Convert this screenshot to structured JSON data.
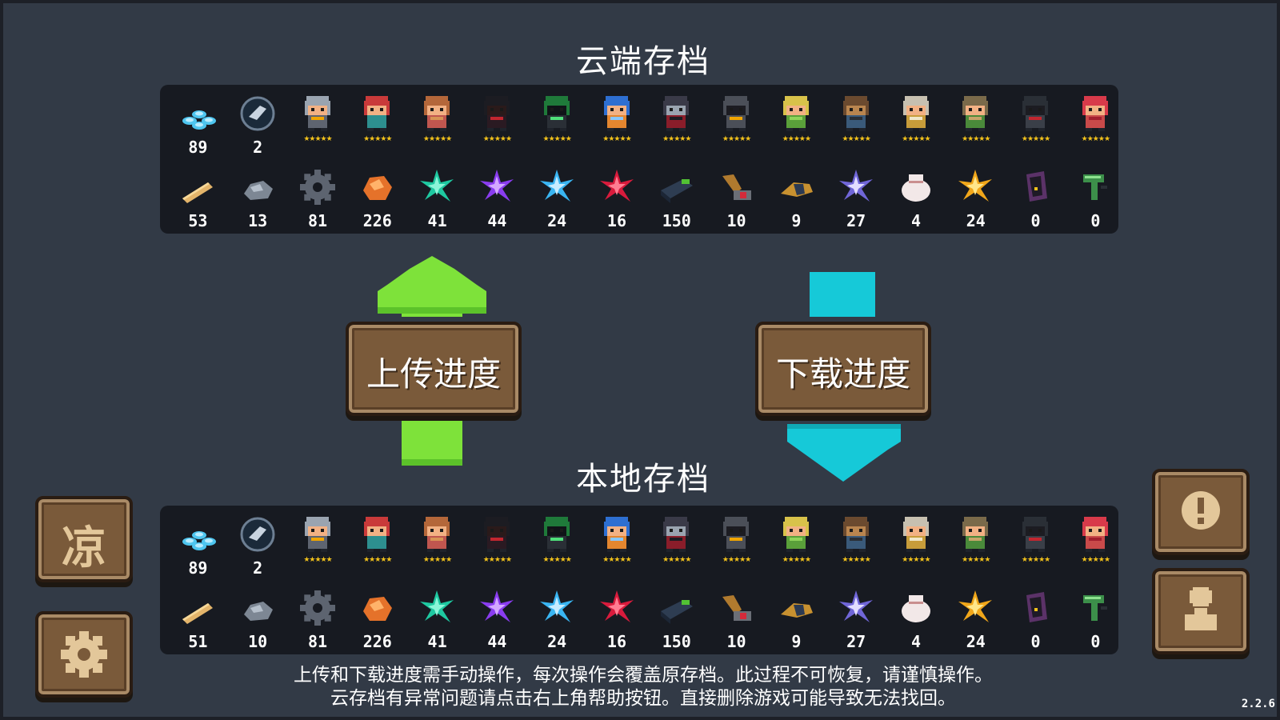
{
  "titles": {
    "cloud": "云端存档",
    "local": "本地存档"
  },
  "buttons": {
    "upload": "上传进度",
    "download": "下载进度"
  },
  "notice": {
    "line1": "上传和下载进度需手动操作，每次操作会覆盖原存档。此过程不可恢复，请谨慎操作。",
    "line2": "云存档有异常问题请点击右上角帮助按钮。直接删除游戏可能导致无法找回。"
  },
  "version": "2.2.6",
  "side_buttons": {
    "liang_label": "凉",
    "help_label": "!"
  },
  "characters": [
    {
      "name": "knight"
    },
    {
      "name": "rogue"
    },
    {
      "name": "wizard"
    },
    {
      "name": "assassin"
    },
    {
      "name": "alchemist"
    },
    {
      "name": "engineer"
    },
    {
      "name": "vampire"
    },
    {
      "name": "paladin"
    },
    {
      "name": "elf"
    },
    {
      "name": "werewolf"
    },
    {
      "name": "priestess"
    },
    {
      "name": "druid"
    },
    {
      "name": "robot"
    },
    {
      "name": "berserker"
    }
  ],
  "cloud": {
    "currencies": [
      {
        "icon": "gems-icon",
        "value": "89"
      },
      {
        "icon": "fish-coin-icon",
        "value": "2"
      }
    ],
    "materials": [
      {
        "icon": "wood-plank-icon",
        "value": "53"
      },
      {
        "icon": "stone-ore-icon",
        "value": "13"
      },
      {
        "icon": "gear-part-icon",
        "value": "81"
      },
      {
        "icon": "copper-ore-icon",
        "value": "226"
      },
      {
        "icon": "green-crystal-icon",
        "value": "41"
      },
      {
        "icon": "purple-crystal-icon",
        "value": "44"
      },
      {
        "icon": "blue-crystal-icon",
        "value": "24"
      },
      {
        "icon": "red-crystal-icon",
        "value": "16"
      },
      {
        "icon": "battery-icon",
        "value": "150"
      },
      {
        "icon": "cannon-part-icon",
        "value": "10"
      },
      {
        "icon": "horn-icon",
        "value": "9"
      },
      {
        "icon": "violet-shard-icon",
        "value": "27"
      },
      {
        "icon": "flour-sack-icon",
        "value": "4"
      },
      {
        "icon": "fire-crystal-icon",
        "value": "24"
      },
      {
        "icon": "card-icon",
        "value": "0"
      },
      {
        "icon": "green-device-icon",
        "value": "0"
      }
    ]
  },
  "local": {
    "currencies": [
      {
        "icon": "gems-icon",
        "value": "89"
      },
      {
        "icon": "fish-coin-icon",
        "value": "2"
      }
    ],
    "materials": [
      {
        "icon": "wood-plank-icon",
        "value": "51"
      },
      {
        "icon": "stone-ore-icon",
        "value": "10"
      },
      {
        "icon": "gear-part-icon",
        "value": "81"
      },
      {
        "icon": "copper-ore-icon",
        "value": "226"
      },
      {
        "icon": "green-crystal-icon",
        "value": "41"
      },
      {
        "icon": "purple-crystal-icon",
        "value": "44"
      },
      {
        "icon": "blue-crystal-icon",
        "value": "24"
      },
      {
        "icon": "red-crystal-icon",
        "value": "16"
      },
      {
        "icon": "battery-icon",
        "value": "150"
      },
      {
        "icon": "cannon-part-icon",
        "value": "10"
      },
      {
        "icon": "horn-icon",
        "value": "9"
      },
      {
        "icon": "violet-shard-icon",
        "value": "27"
      },
      {
        "icon": "flour-sack-icon",
        "value": "4"
      },
      {
        "icon": "fire-crystal-icon",
        "value": "24"
      },
      {
        "icon": "card-icon",
        "value": "0"
      },
      {
        "icon": "green-device-icon",
        "value": "0"
      }
    ]
  },
  "colors": {
    "background": "#323a46",
    "panel": "#171a21",
    "upload_arrow": "#7ee23a",
    "download_arrow": "#16c9d8",
    "wood": "#7a5a3a",
    "stars": "#f2c21b"
  }
}
